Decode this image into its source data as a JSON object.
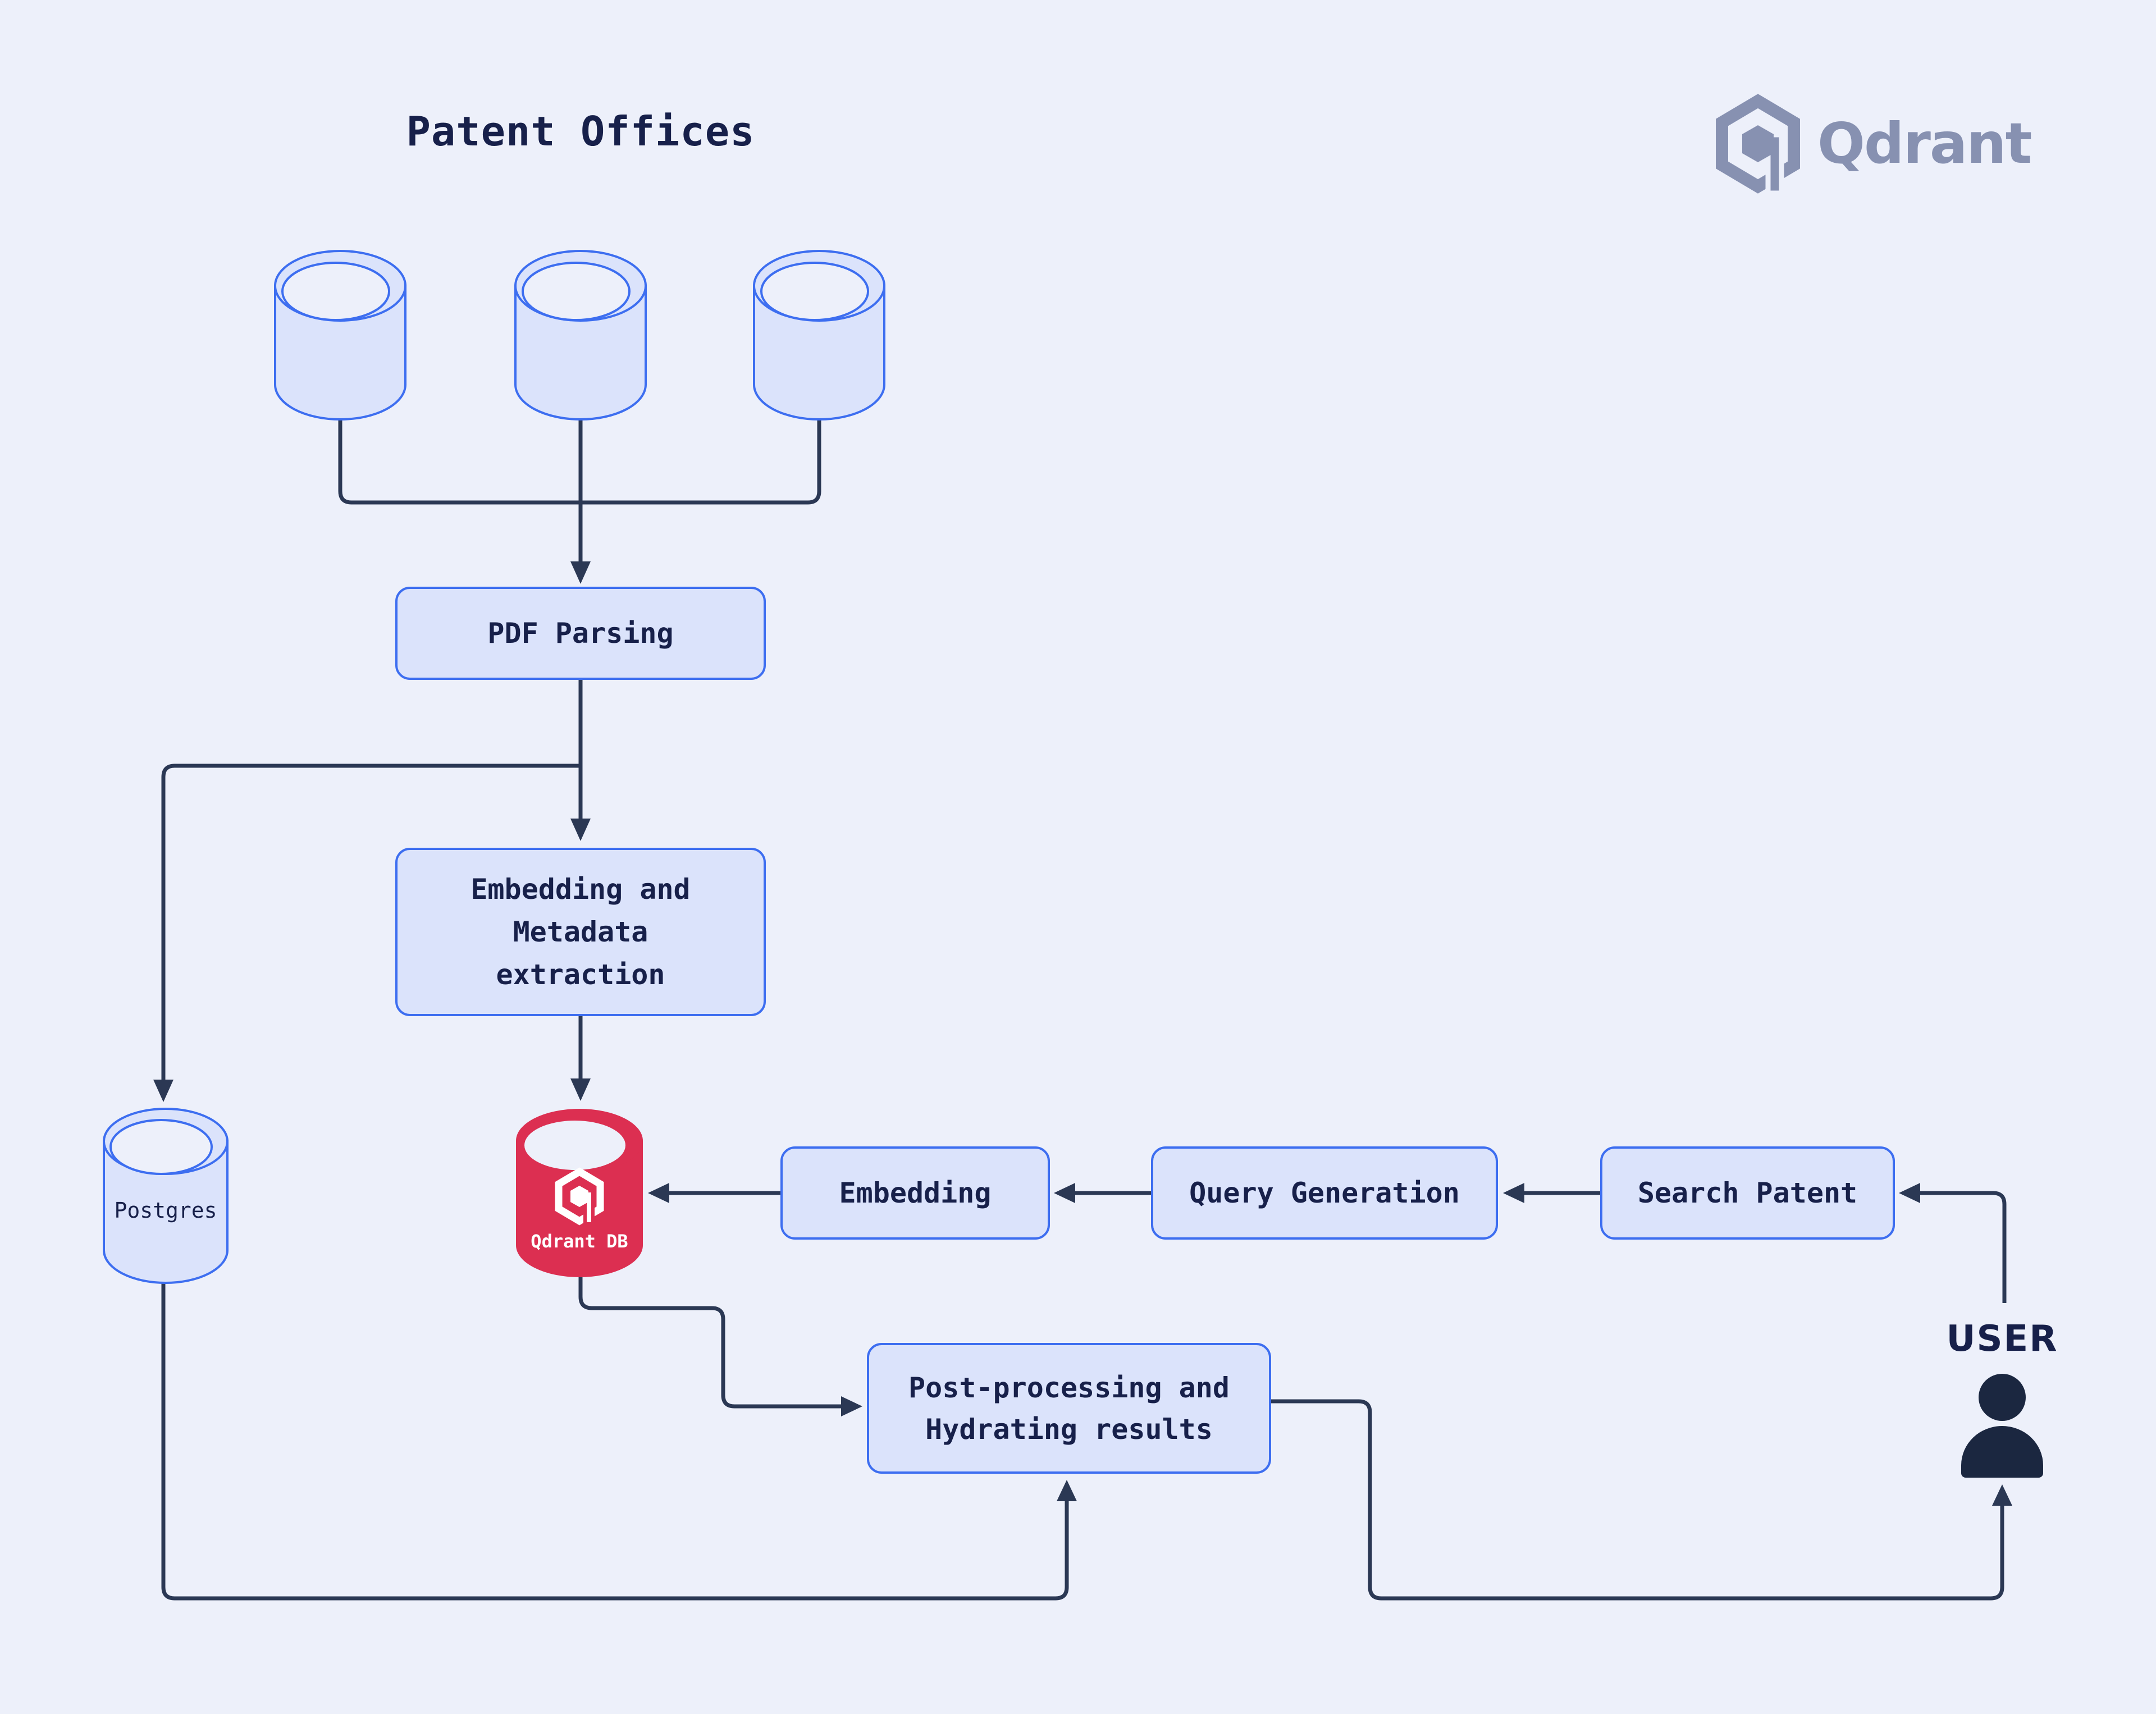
{
  "title": "Patent Offices",
  "logo": {
    "wordmark": "Qdrant",
    "icon": "qdrant-hexagon-icon"
  },
  "nodes": {
    "pdf_parsing": "PDF Parsing",
    "embedding_metadata": "Embedding and\nMetadata\nextraction",
    "postgres": "Postgres",
    "qdrant_db": "Qdrant DB",
    "embedding": "Embedding",
    "query_generation": "Query Generation",
    "search_patent": "Search Patent",
    "post_processing": "Post-processing and\nHydrating results",
    "user": "USER"
  },
  "sources": {
    "count": 3,
    "icon": "database-cylinder-icon"
  },
  "colors": {
    "bg": "#EDF0FA",
    "node_fill": "#DBE3FB",
    "node_border": "#3D6EF0",
    "line": "#2B3854",
    "ink": "#17204A",
    "qdrant_red": "#DC2F51",
    "logo_gray": "#8791B1",
    "white": "#FFFFFF",
    "user_icon": "#1B2740"
  }
}
